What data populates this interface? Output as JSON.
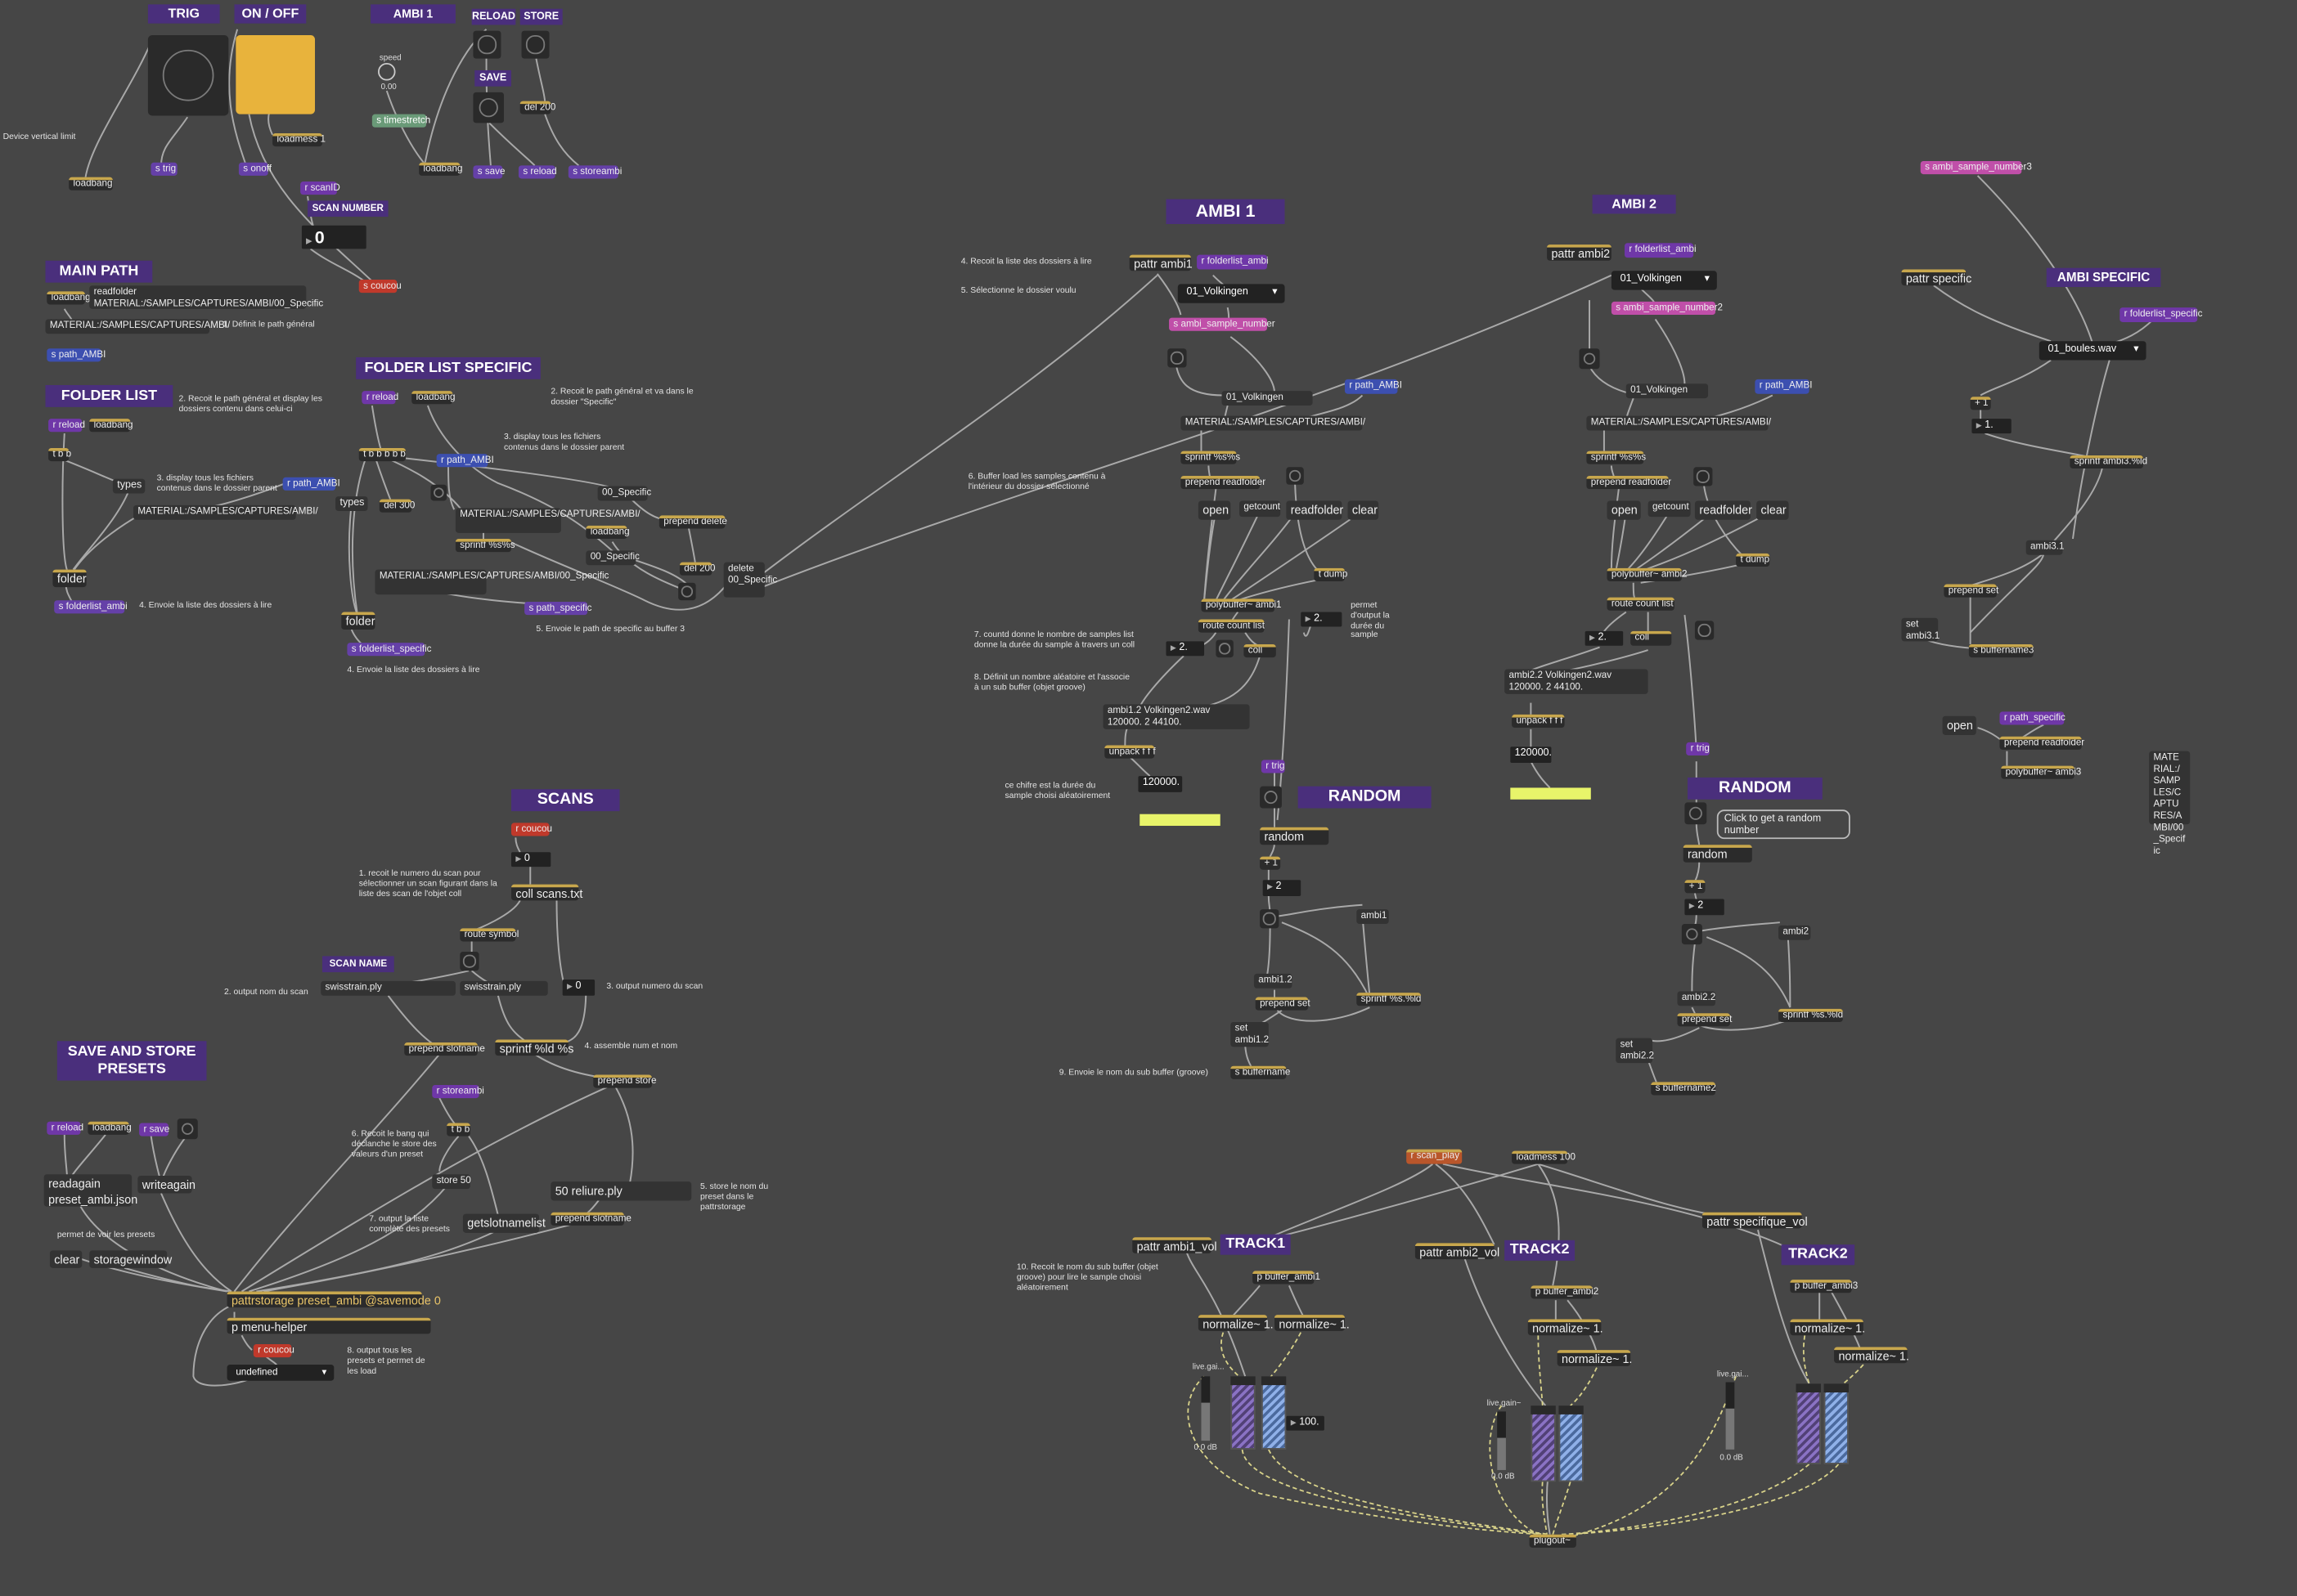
{
  "headers": {
    "trig": "TRIG",
    "onoff": "ON / OFF",
    "ambi1_top": "AMBI 1",
    "reload": "RELOAD",
    "store": "STORE",
    "save": "SAVE",
    "main_path": "MAIN PATH",
    "folder_list": "FOLDER LIST",
    "folder_list_specific": "FOLDER LIST SPECIFIC",
    "scan_number": "SCAN NUMBER",
    "ambi1": "AMBI 1",
    "ambi2": "AMBI 2",
    "ambi_specific": "AMBI SPECIFIC",
    "scans": "SCANS",
    "scan_name": "SCAN NAME",
    "save_store_presets": "SAVE AND STORE PRESETS",
    "random1": "RANDOM",
    "random2": "RANDOM",
    "track1": "TRACK1",
    "track2a": "TRACK2",
    "track2b": "TRACK2"
  },
  "top": {
    "device_vertical_limit": "Device vertical limit",
    "loadbang": "loadbang",
    "s_trig": "s trig",
    "s_onoff": "s onoff",
    "loadmess_1": "loadmess 1",
    "speed_label": "speed",
    "speed_value": "0.00",
    "s_timestretch": "s timestretch",
    "s_save": "s save",
    "s_reload": "s reload",
    "s_storeambi": "s storeambi",
    "del_200": "del 200",
    "r_scanID": "r scanID",
    "scan_number_value": "0",
    "s_coucou": "s coucou"
  },
  "main_path": {
    "loadbang": "loadbang",
    "readfolder": "readfolder MATERIAL:/SAMPLES/CAPTURES/AMBI/00_Specific",
    "path": "MATERIAL:/SAMPLES/CAPTURES/AMBI/",
    "comment": "1. Définit le path général",
    "s_path_ambi": "s path_AMBI"
  },
  "folder_list": {
    "r_reload": "r reload",
    "loadbang": "loadbang",
    "tbb": "t b b",
    "types": "types",
    "r_path_ambi": "r path_AMBI",
    "path": "MATERIAL:/SAMPLES/CAPTURES/AMBI/",
    "folder": "folder",
    "s_folderlist_ambi": "s folderlist_ambi",
    "c2": "2. Recoit le path général et display les dossiers contenu dans celui-ci",
    "c3": "3. display tous les fichiers contenus dans le dossier parent",
    "c4": "4. Envoie la liste des dossiers à lire"
  },
  "folder_specific": {
    "r_reload": "r reload",
    "loadbang": "loadbang",
    "tbbbbb": "t b b b b b",
    "r_path_ambi": "r path_AMBI",
    "types": "types",
    "del_300": "del 300",
    "path_box": "MATERIAL:/SAMPLES/CAPTURES/AMBI/",
    "sprintf": "sprintf %s%s",
    "path_specific": "MATERIAL:/SAMPLES/CAPTURES/AMBI/00_Specific",
    "loadbang2": "loadbang",
    "specific1": "00_Specific",
    "specific2": "00_Specific",
    "prepend_delete": "prepend delete",
    "del_200": "del 200",
    "delete_msg": "delete 00_Specific",
    "folder": "folder",
    "s_folderlist_specific": "s folderlist_specific",
    "s_path_specific": "s path_specific",
    "c2": "2. Recoit le path général et va dans le dossier \"Specific\"",
    "c3": "3. display tous les fichiers contenus dans le dossier parent",
    "c4": "4. Envoie la liste des dossiers à lire",
    "c5": "5. Envoie le path de specific au buffer 3"
  },
  "ambi1": {
    "c4": "4. Recoit la liste des dossiers à lire",
    "c5": "5. Sélectionne le dossier voulu",
    "c6": "6. Buffer load les samples contenu à l'intérieur du dossier sélectionné",
    "c7": "7. countd donne le nombre de samples list donne la durée du sample à travers un coll",
    "c8": "8. Définit un nombre aléatoire et l'associe à un sub buffer (objet groove)",
    "c_duree": "ce chifre est la durée du sample choisi aléatoirement",
    "c_permet": "permet d'output la durée du sample",
    "c9": "9. Envoie le nom du sub buffer (groove)",
    "pattr": "pattr ambi1",
    "r_folderlist": "r folderlist_ambi",
    "menu": "01_Volkingen",
    "s_sample_number": "s ambi_sample_number",
    "volkingen": "01_Volkingen",
    "r_path": "r path_AMBI",
    "path": "MATERIAL:/SAMPLES/CAPTURES/AMBI/",
    "sprintf": "sprintf %s%s",
    "prepend_readfolder": "prepend readfolder",
    "open": "open",
    "getcount": "getcount",
    "readfolder": "readfolder",
    "clear": "clear",
    "tdump": "t dump",
    "polybuffer": "polybuffer~ ambi1",
    "route": "route count list",
    "num2": "2.",
    "coll": "coll",
    "num_perm": "2.",
    "info": "ambi1.2 Volkingen2.wav 120000. 2 44100.",
    "unpack": "unpack f f f",
    "dur": "120000.",
    "r_trig": "r trig",
    "random": "random",
    "plus1": "+ 1",
    "num_rand": "2",
    "ambi": "ambi1",
    "ambi12": "ambi1.2",
    "prepend_set": "prepend set",
    "sprintf2": "sprintf %s.%ld",
    "set_msg": "set ambi1.2",
    "s_buffername": "s buffername"
  },
  "ambi2": {
    "pattr": "pattr ambi2",
    "r_folderlist": "r folderlist_ambi",
    "menu": "01_Volkingen",
    "s_sample_number": "s ambi_sample_number2",
    "volkingen": "01_Volkingen",
    "r_path": "r path_AMBI",
    "path": "MATERIAL:/SAMPLES/CAPTURES/AMBI/",
    "sprintf": "sprintf %s%s",
    "prepend_readfolder": "prepend readfolder",
    "open": "open",
    "getcount": "getcount",
    "readfolder": "readfolder",
    "clear": "clear",
    "tdump": "t dump",
    "polybuffer": "polybuffer~ ambi2",
    "route": "route count list",
    "num2": "2.",
    "coll": "coll",
    "info": "ambi2.2 Volkingen2.wav 120000. 2 44100.",
    "unpack": "unpack f f f",
    "dur": "120000.",
    "r_trig": "r trig",
    "tooltip": "Click to get a random number",
    "random": "random",
    "plus1": "+ 1",
    "num_rand": "2",
    "ambi": "ambi2",
    "ambi22": "ambi2.2",
    "prepend_set": "prepend set",
    "sprintf2": "sprintf %s.%ld",
    "set_msg": "set ambi2.2",
    "s_buffername": "s buffername2"
  },
  "specific": {
    "s_sample": "s ambi_sample_number3",
    "pattr": "pattr specific",
    "r_folderlist": "r folderlist_specific",
    "menu": "01_boules.wav",
    "plus1": "+ 1",
    "num1": "1.",
    "sprintf": "sprintf ambi3.%ld",
    "ambi31": "ambi3.1",
    "prepend_set": "prepend set",
    "set_msg": "set ambi3.1",
    "s_buffername": "s buffername3",
    "open": "open",
    "r_path": "r path_specific",
    "prepend_readfolder": "prepend readfolder",
    "polybuffer": "polybuffer~ ambi3",
    "path_msg": "MATERIAL:/SAMPLES/CAPTURES/AMBI/00_Specific"
  },
  "scans": {
    "r_coucou": "r coucou",
    "num0": "0",
    "coll": "coll scans.txt",
    "route": "route symbol",
    "name1": "swisstrain.ply",
    "name2": "swisstrain.ply",
    "num_out": "0",
    "prepend_slotname": "prepend slotname",
    "sprintf": "sprintf %ld %s",
    "prepend_store": "prepend store",
    "c1": "1. recoit le numero du scan pour sélectionner un scan figurant dans la liste des scan de l'objet coll",
    "c2": "2. output nom du scan",
    "c3": "3. output numero du scan",
    "c4": "4. assemble num et nom"
  },
  "presets": {
    "r_reload": "r reload",
    "loadbang": "loadbang",
    "r_save": "r save",
    "readagain": "readagain preset_ambi.json",
    "writeagain": "writeagain",
    "c_permet": "permet de voir les presets",
    "clear": "clear",
    "storagewindow": "storagewindow",
    "r_storeambi": "r storeambi",
    "tbb": "t b b",
    "store50": "store 50",
    "getslotnamelist": "getslotnamelist",
    "reliure": "50 reliure.ply",
    "prepend_slotname": "prepend slotname",
    "pattrstorage": "pattrstorage preset_ambi @savemode 0",
    "menu_helper": "p menu-helper",
    "r_coucou": "r coucou",
    "undefined": "undefined",
    "c5": "5. store le nom du preset dans le pattrstorage",
    "c6": "6. Recoit le bang qui déclanche le store des valeurs d'un preset",
    "c7": "7. output la liste complète des presets",
    "c8": "8. output tous les presets et permet de les load"
  },
  "tracks": {
    "r_scan_play": "r scan_play",
    "loadmess_100": "loadmess 100",
    "c10": "10. Recoit le nom du sub buffer (objet groove) pour lire le sample choisi aléatoirement",
    "t1_pattr": "pattr ambi1_vol",
    "t1_buffer": "p buffer_ambi1",
    "t1_norm_a": "normalize~ 1.",
    "t1_norm_b": "normalize~ 1.",
    "t1_gain": "live.gai...",
    "t1_db": "0.0 dB",
    "t1_num": "100.",
    "t2_pattr": "pattr ambi2_vol",
    "t2_buffer": "p buffer_ambi2",
    "t2_norm_a": "normalize~ 1.",
    "t2_norm_b": "normalize~ 1.",
    "t2_gain": "live.gain~",
    "t2_db": "0.0 dB",
    "t3_pattr": "pattr specifique_vol",
    "t3_buffer": "p buffer_ambi3",
    "t3_norm_a": "normalize~ 1.",
    "t3_norm_b": "normalize~ 1.",
    "t3_gain": "live.gai...",
    "t3_db": "0.0 dB",
    "plugout": "plugout~"
  },
  "colors": {
    "background": "#464646",
    "header": "#4a2f7c",
    "receive": "#6f37a8",
    "send_pink": "#c04fa9",
    "coucou": "#c0392b",
    "toggle": "#e8b33c",
    "bar": "#e8f46a"
  }
}
